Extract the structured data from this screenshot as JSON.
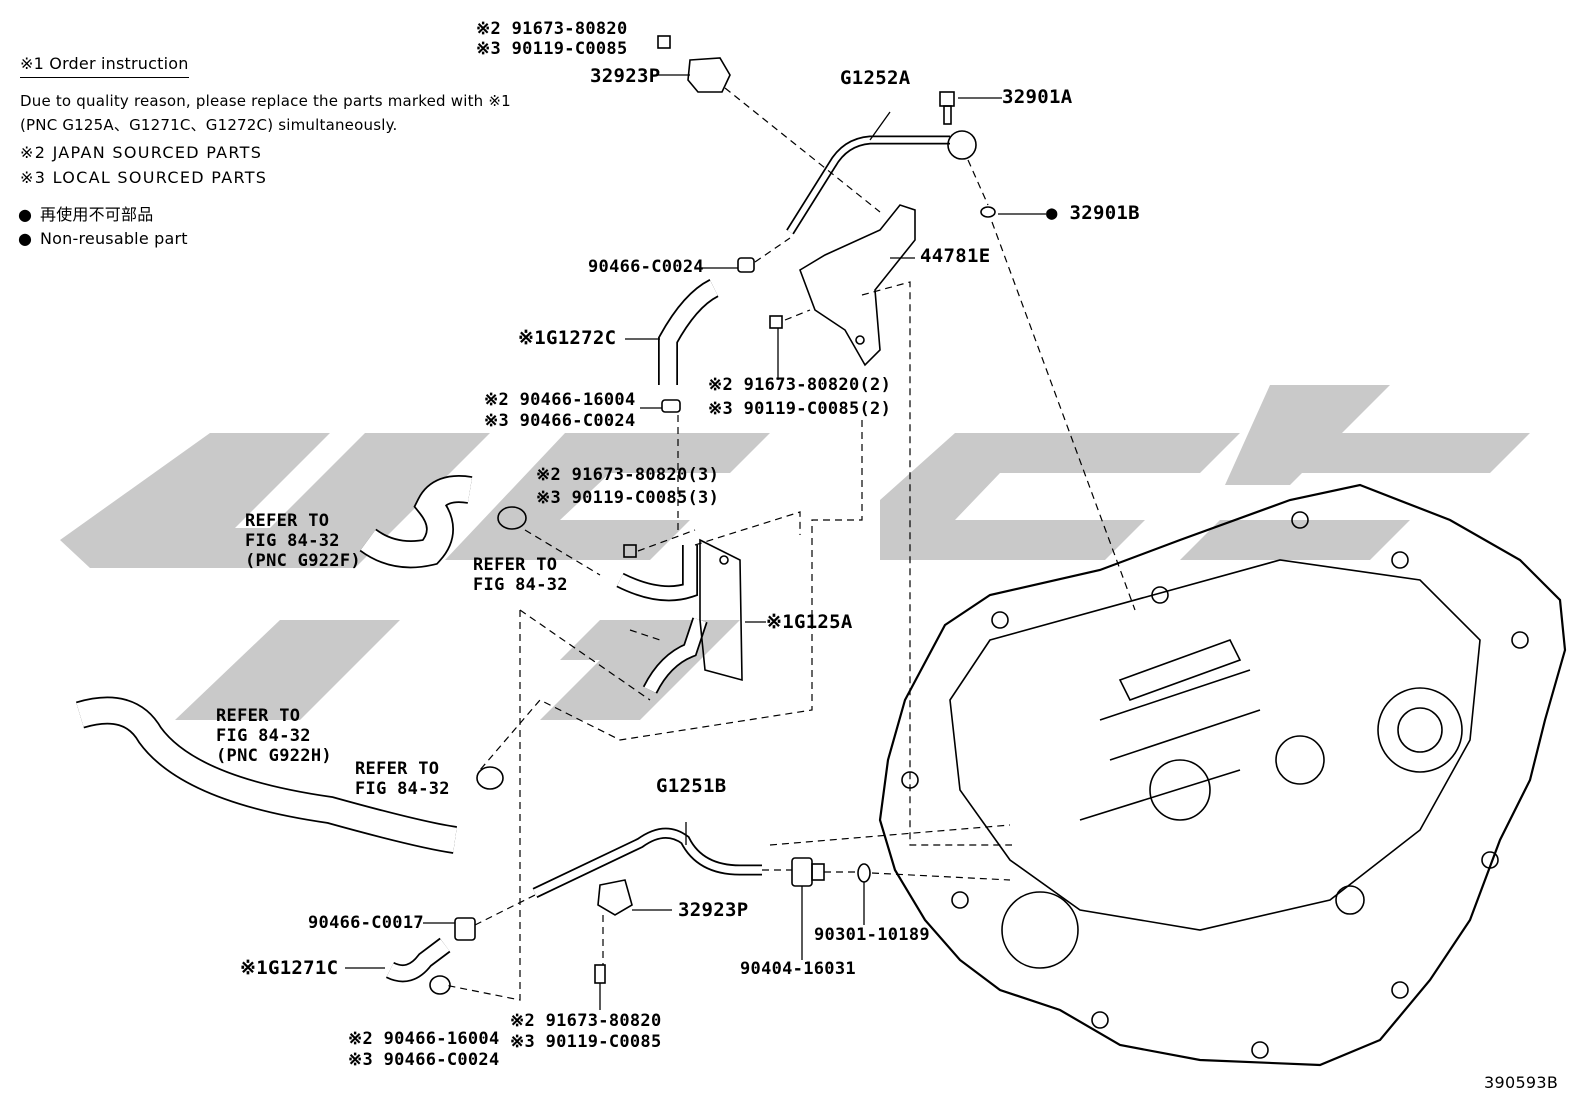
{
  "legend": {
    "title": "※1 Order instruction",
    "line1": "Due to quality reason, please replace the parts marked with ※1",
    "line2": "(PNC G125A、G1271C、G1272C)  simultaneously.",
    "note2": "※2 JAPAN SOURCED PARTS",
    "note3": "※3 LOCAL SOURCED PARTS",
    "bullet": "●",
    "nonreusable_jp": "再使用不可部品",
    "nonreusable_en": "Non-reusable part"
  },
  "labels": {
    "p_top_bolt_a": "※2 91673-80820",
    "p_top_bolt_b": "※3 90119-C0085",
    "p_32923p_top": "32923P",
    "p_g1252a": "G1252A",
    "p_32901a": "32901A",
    "p_32901b": "● 32901B",
    "p_44781e": "44781E",
    "p_90466_c0024": "90466-C0024",
    "p_g1272c": "※1G1272C",
    "p_clamp_a": "※2 90466-16004",
    "p_clamp_b": "※3 90466-C0024",
    "p_bolt2_a": "※2 91673-80820(2)",
    "p_bolt2_b": "※3 90119-C0085(2)",
    "p_bolt3_a": "※2 91673-80820(3)",
    "p_bolt3_b": "※3 90119-C0085(3)",
    "p_refer1": "REFER TO\nFIG 84-32\n(PNC G922F)",
    "p_refer2": "REFER TO\nFIG 84-32",
    "p_g125a": "※1G125A",
    "p_refer3": "REFER TO\nFIG 84-32\n(PNC G922H)",
    "p_refer4": "REFER TO\nFIG 84-32",
    "p_g1251b": "G1251B",
    "p_32923p_bot": "32923P",
    "p_90466_c0017": "90466-C0017",
    "p_g1271c": "※1G1271C",
    "p_90301": "90301-10189",
    "p_90404": "90404-16031",
    "p_clamp_bot_a": "※2 90466-16004",
    "p_clamp_bot_b": "※3 90466-C0024",
    "p_bolt_bot_a": "※2 91673-80820",
    "p_bolt_bot_b": "※3 90119-C0085",
    "fig_no": "390593B"
  }
}
